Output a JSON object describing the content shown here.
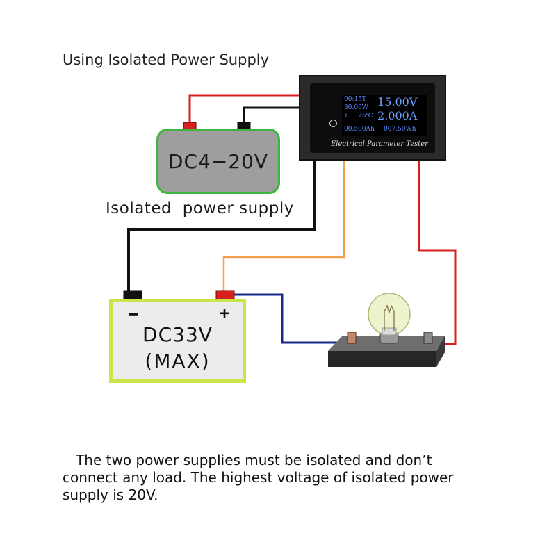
{
  "title": "Using Isolated Power Supply",
  "isolated_supply": {
    "label": "DC4−20V",
    "caption": "Isolated  power supply"
  },
  "meter": {
    "screen": {
      "time": "00:15T",
      "power": "30.00W",
      "channel": "1",
      "temp": "25℃",
      "voltage": "15.00V",
      "current": "2.000A",
      "capacity": "00.500Ah",
      "energy": "007.50Wh"
    },
    "label": "Electrical Parameter Tester"
  },
  "main_supply": {
    "minus": "−",
    "plus": "+",
    "label_1": "DC33V",
    "label_2": "(MAX)"
  },
  "note": {
    "line_1": "   The two power supplies must be isolated and don’t",
    "line_2": "connect any load. The highest voltage of isolated power",
    "line_3": "supply is 20V."
  },
  "colors": {
    "wire_red": "#d81f1f",
    "wire_black": "#111111",
    "wire_orange": "#f0a050",
    "wire_blue": "#1a2a8a",
    "supply_border_green": "#3fb43f",
    "supply_border_yellow": "#c8e64a",
    "screen_blue": "#3f7fff"
  }
}
